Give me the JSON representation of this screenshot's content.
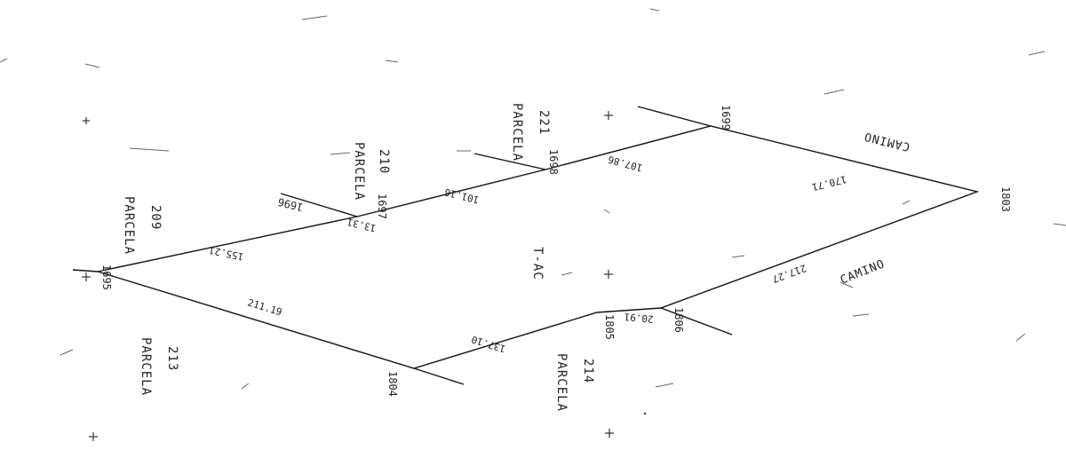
{
  "points": {
    "p1695": "1695",
    "p1696": "1696",
    "p1697": "1697",
    "p1698": "1698",
    "p1699": "1699",
    "p1803": "1803",
    "p1804": "1804",
    "p1805": "1805",
    "p1806": "1806"
  },
  "distances": {
    "d1": "155.21",
    "d2": "13.31",
    "d3": "101.16",
    "d4": "107.86",
    "d5": "170.71",
    "d6": "217.27",
    "d7": "20.91",
    "d8": "137.10",
    "d9": "211.19"
  },
  "parcels": {
    "p209_word": "PARCELA",
    "p209_num": "209",
    "p210_word": "PARCELA",
    "p210_num": "210",
    "p221_word": "PARCELA",
    "p221_num": "221",
    "p213_word": "PARCELA",
    "p213_num": "213",
    "p214_word": "PARCELA",
    "p214_num": "214"
  },
  "center_label": "T-AC",
  "roads": {
    "top": "CAMINO",
    "right": "CAMINO"
  }
}
